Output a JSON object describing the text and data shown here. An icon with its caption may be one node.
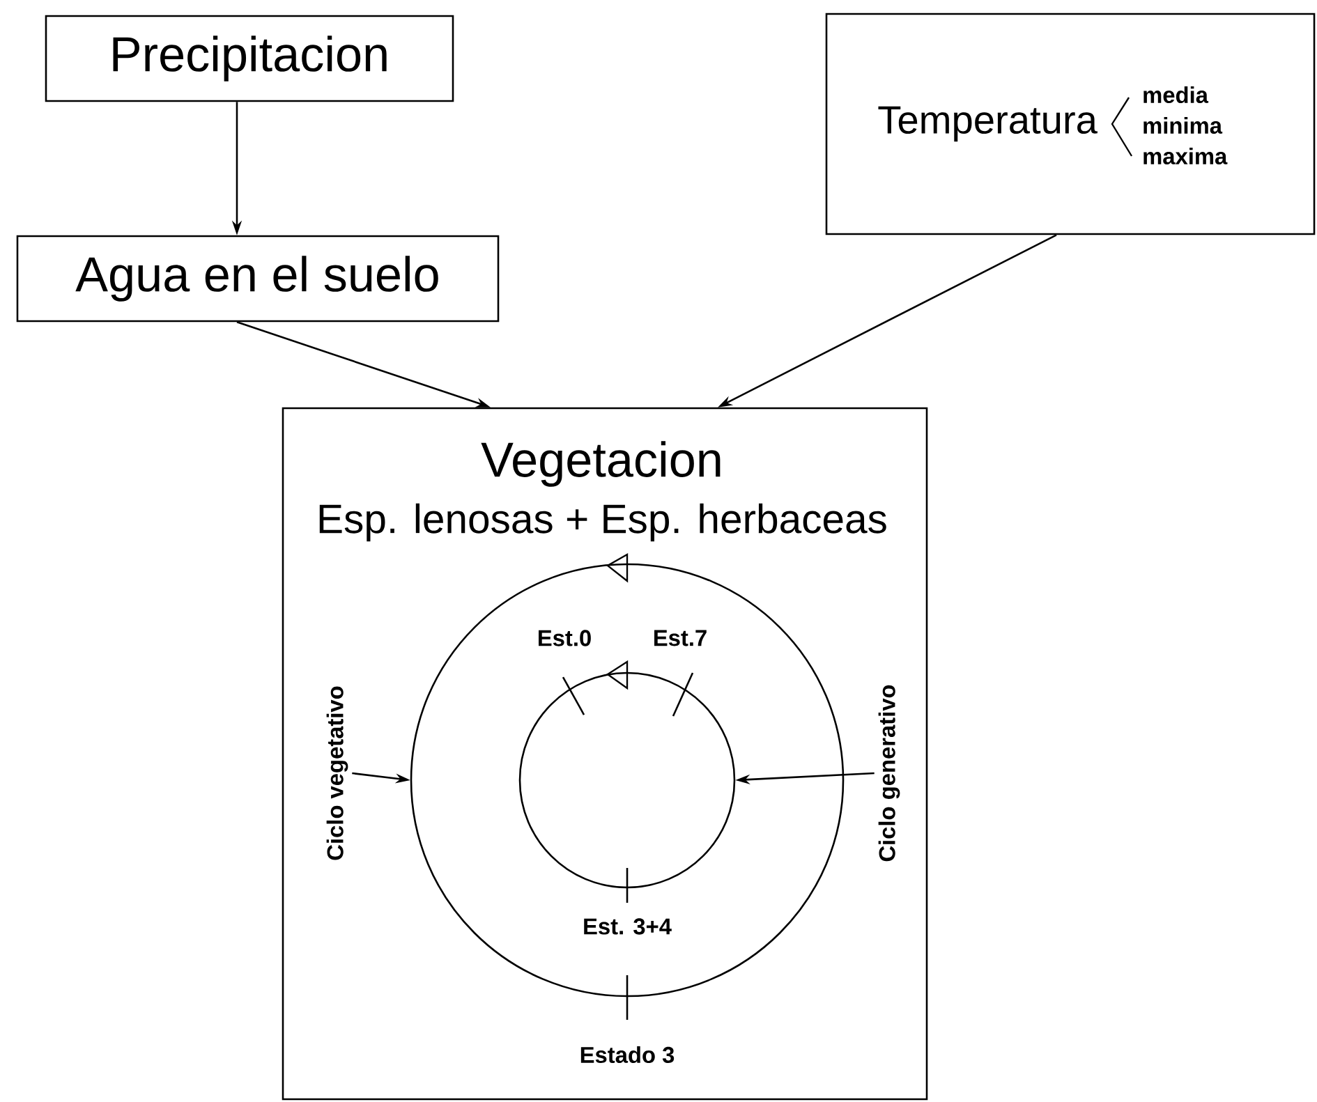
{
  "diagram": {
    "nodes": [
      {
        "text": [
          "Precipitacion"
        ]
      },
      {
        "text": [
          "Temperatura",
          "media",
          "minima",
          "maxima"
        ]
      },
      {
        "text": [
          "Agua en el suelo"
        ]
      },
      {
        "text": [
          "Vegetacion",
          "Esp. lenosas + Esp. herbaceas"
        ]
      },
      {
        "text": [
          "Ciclo vegetativo"
        ],
        "in": 3
      },
      {
        "text": [],
        "shape": "circle",
        "in": 3
      },
      {
        "text": [],
        "shape": "circle",
        "in": 5
      },
      {
        "text": [
          "Ciclo generativo"
        ],
        "in": 3
      }
    ],
    "edges": [
      {
        "from": 0,
        "to": 2,
        "arrow": "to"
      },
      {
        "from": 2,
        "to": 3,
        "arrow": "to"
      },
      {
        "from": 1,
        "to": 3,
        "arrow": "to"
      },
      {
        "from": 4,
        "to": 5,
        "arrow": "to"
      },
      {
        "from": 7,
        "to": 6,
        "arrow": "to"
      }
    ],
    "labels": [
      "Est.0",
      "Est.7",
      "Est. 3+4",
      "Estado 3"
    ]
  }
}
